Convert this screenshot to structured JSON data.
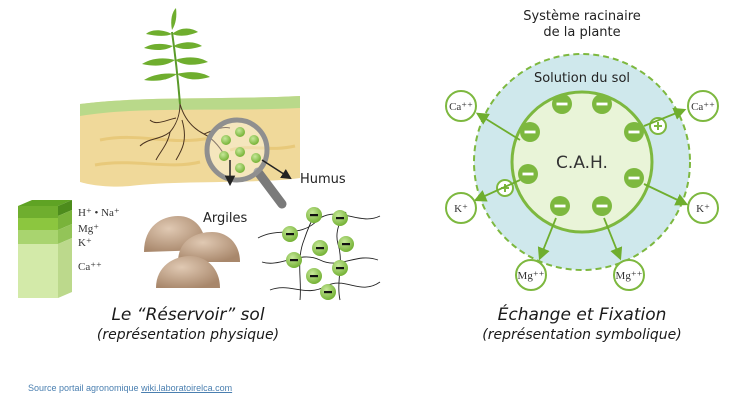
{
  "colors": {
    "green_ring": "#7db83f",
    "green_dark": "#4a8f2a",
    "ion_fill": "#8cc63f",
    "bg_blue": "#cfe8ec",
    "inner_fill": "#e9f4d8",
    "soil": "#f0d99a",
    "grass": "#bcd98c",
    "clay": "#c9ad93",
    "link": "#4a7fb0"
  },
  "left": {
    "soil_layer_ions": [
      "H⁺ • Na⁺",
      "Mg⁺",
      "K⁺",
      "Ca⁺⁺"
    ],
    "label_argiles": "Argiles",
    "label_humus": "Humus",
    "caption_title": "Le “Réservoir” sol",
    "caption_subtitle": "(représentation physique)"
  },
  "right": {
    "system_label_line1": "Système racinaire",
    "system_label_line2": "de la plante",
    "solution_label": "Solution du sol",
    "cah_label": "C.A.H.",
    "outer_ions": [
      "Ca⁺⁺",
      "Ca⁺⁺",
      "K⁺",
      "K⁺",
      "Mg⁺⁺",
      "Mg⁺⁺"
    ],
    "caption_title": "Échange et Fixation",
    "caption_subtitle": "(représentation symbolique)"
  },
  "footer": {
    "source_prefix": "Source portail agronomique ",
    "source_link": "wiki.laboratoirelca.com"
  }
}
